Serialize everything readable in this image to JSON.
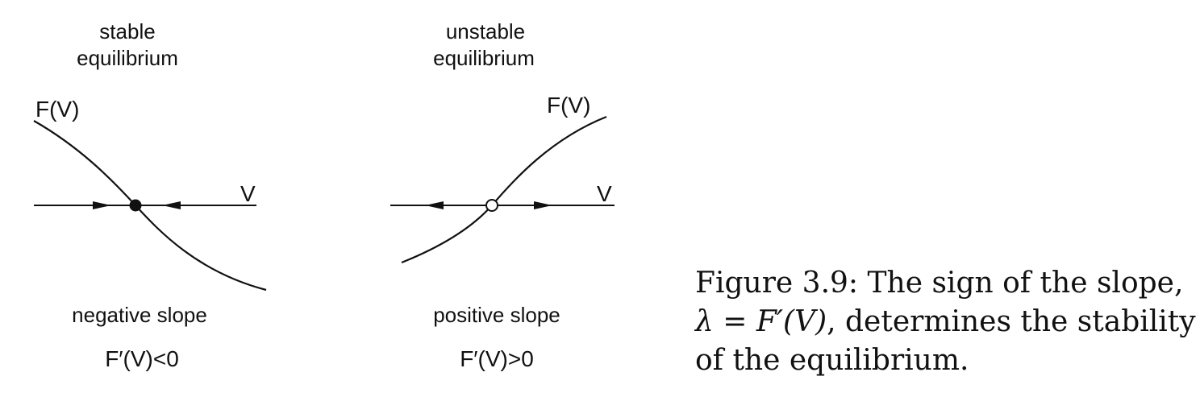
{
  "panels": {
    "stable": {
      "title_line1": "stable",
      "title_line2": "equilibrium",
      "curve_label": "F(V)",
      "axis_label": "V",
      "slope_label": "negative slope",
      "derivative_label": "F′(V)<0",
      "equilibrium_marker": "filled-circle"
    },
    "unstable": {
      "title_line1": "unstable",
      "title_line2": "equilibrium",
      "curve_label": "F(V)",
      "axis_label": "V",
      "slope_label": "positive slope",
      "derivative_label": "F′(V)>0",
      "equilibrium_marker": "open-circle"
    }
  },
  "caption": {
    "line1": "Figure 3.9:  The sign of the slope,",
    "line2_math": "λ = F′(V)",
    "line2_text": ", determines the stability",
    "line3": "of the equilibrium."
  }
}
